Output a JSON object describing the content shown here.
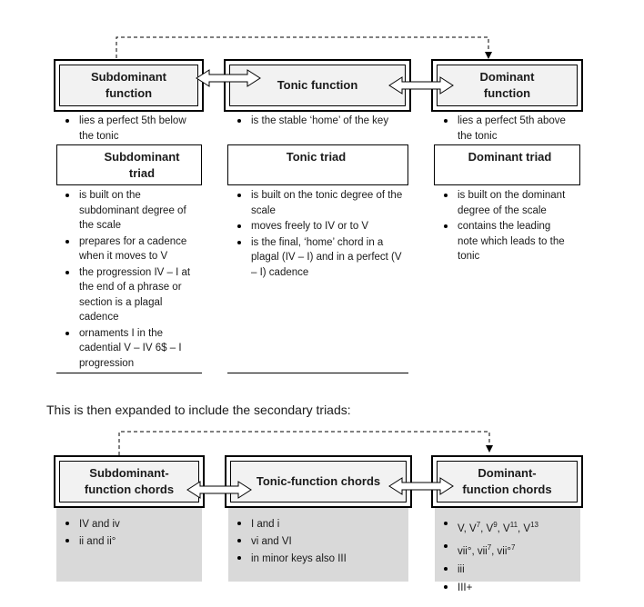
{
  "diagram1": {
    "subdominant_label": "Subdominant\nfunction",
    "tonic_label": "Tonic function",
    "dominant_label": "Dominant\nfunction",
    "subdominant_desc": [
      "lies a perfect 5th below the tonic"
    ],
    "tonic_desc": [
      "is the stable ‘home’ of the key"
    ],
    "dominant_desc": [
      "lies a perfect 5th above the tonic"
    ],
    "subdominant_triad": "Subdominant\ntriad",
    "tonic_triad": "Tonic triad",
    "dominant_triad": "Dominant triad",
    "subdominant_triad_points": [
      "is built on the subdominant degree of the scale",
      "prepares for a cadence when it moves to V",
      "the progression IV – I at the end of a phrase or section is a plagal cadence",
      "ornaments I in the cadential V – IV 6$ – I progression"
    ],
    "tonic_triad_points": [
      "is built on the tonic degree of the scale",
      "moves freely to IV or to V",
      "is the final, ‘home’ chord in a plagal (IV – I) and in a perfect (V – I) cadence"
    ],
    "dominant_triad_points": [
      "is built on the dominant degree of the scale",
      "contains the leading note which leads to the tonic"
    ]
  },
  "caption": "This is then expanded to include the secondary triads:",
  "diagram2": {
    "subdominant_label": "Subdominant-\nfunction chords",
    "tonic_label": "Tonic-function chords",
    "dominant_label": "Dominant-\nfunction chords",
    "subdominant_chords": [
      "IV and iv",
      "ii and ii°"
    ],
    "tonic_chords": [
      "I and i",
      "vi and VI",
      "in minor keys also III"
    ],
    "dominant_chords": [
      {
        "base": "V, V",
        "sup": "7"
      },
      {
        "base": "vii°, vii",
        "sup": "7"
      },
      {
        "base": "iii",
        "sup": ""
      },
      {
        "base": "III+",
        "sup": ""
      }
    ],
    "dominant_chord_line1": [
      "V, V",
      "7",
      ", V",
      "9",
      ", V",
      "11",
      ", V",
      "13"
    ],
    "dominant_chord_line2": [
      "vii°, vii",
      "7",
      ", vii°",
      "7"
    ]
  }
}
